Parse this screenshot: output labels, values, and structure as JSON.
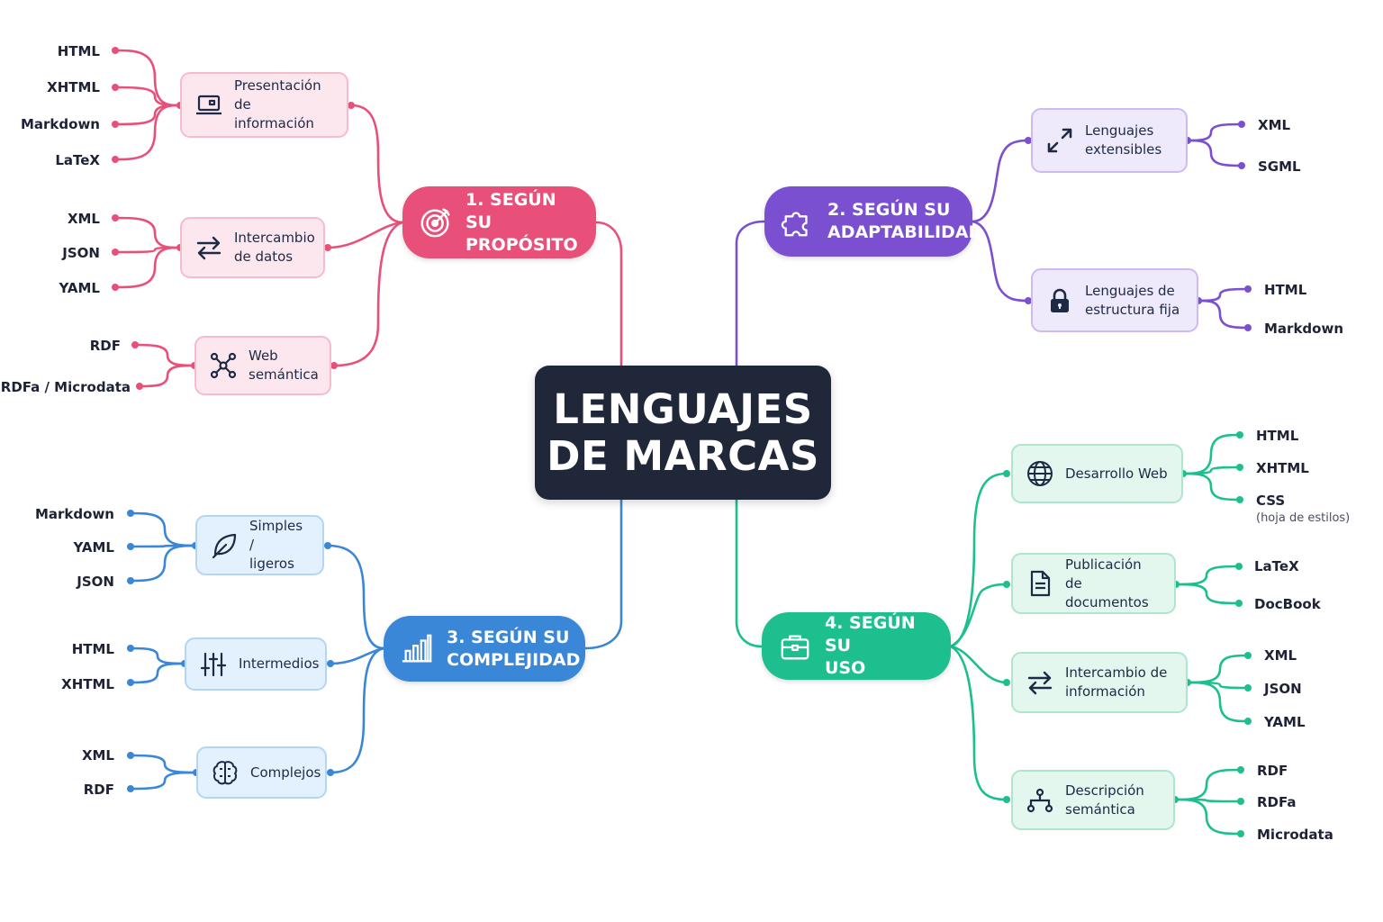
{
  "center": {
    "line1": "LENGUAJES",
    "line2": "DE MARCAS"
  },
  "colors": {
    "pink": "#e8507a",
    "purple": "#7a4fd0",
    "blue": "#3a87d8",
    "green": "#1dbf8e",
    "center": "#1f2738"
  },
  "branches": {
    "purpose": {
      "title1": "1. SEGÚN SU",
      "title2": "PROPÓSITO",
      "icon": "target-icon",
      "subs": [
        {
          "l1": "Presentación de",
          "l2": "información",
          "icon": "laptop-icon",
          "leaves": [
            "HTML",
            "XHTML",
            "Markdown",
            "LaTeX"
          ]
        },
        {
          "l1": "Intercambio",
          "l2": "de datos",
          "icon": "swap-icon",
          "leaves": [
            "XML",
            "JSON",
            "YAML"
          ]
        },
        {
          "l1": "Web",
          "l2": "semántica",
          "icon": "network-icon",
          "leaves": [
            "RDF",
            "RDFa / Microdata"
          ]
        }
      ]
    },
    "adaptability": {
      "title1": "2. SEGÚN SU",
      "title2": "ADAPTABILIDAD",
      "icon": "puzzle-icon",
      "subs": [
        {
          "l1": "Lenguajes",
          "l2": "extensibles",
          "icon": "expand-icon",
          "leaves": [
            "XML",
            "SGML"
          ]
        },
        {
          "l1": "Lenguajes de",
          "l2": "estructura fija",
          "icon": "lock-icon",
          "leaves": [
            "HTML",
            "Markdown"
          ]
        }
      ]
    },
    "complexity": {
      "title1": "3. SEGÚN SU",
      "title2": "COMPLEJIDAD",
      "icon": "bar-chart-icon",
      "subs": [
        {
          "l1": "Simples /",
          "l2": "ligeros",
          "icon": "leaf-icon",
          "leaves": [
            "Markdown",
            "YAML",
            "JSON"
          ]
        },
        {
          "l1": "Intermedios",
          "l2": "",
          "icon": "sliders-icon",
          "leaves": [
            "HTML",
            "XHTML"
          ]
        },
        {
          "l1": "Complejos",
          "l2": "",
          "icon": "brain-icon",
          "leaves": [
            "XML",
            "RDF"
          ]
        }
      ]
    },
    "usage": {
      "title1": "4. SEGÚN SU",
      "title2": "USO",
      "icon": "briefcase-icon",
      "subs": [
        {
          "l1": "Desarrollo Web",
          "l2": "",
          "icon": "globe-icon",
          "leaves": [
            "HTML",
            "XHTML",
            "CSS"
          ],
          "note": "(hoja de estilos)"
        },
        {
          "l1": "Publicación de",
          "l2": "documentos",
          "icon": "document-icon",
          "leaves": [
            "LaTeX",
            "DocBook"
          ]
        },
        {
          "l1": "Intercambio de",
          "l2": "información",
          "icon": "swap-icon",
          "leaves": [
            "XML",
            "JSON",
            "YAML"
          ]
        },
        {
          "l1": "Descripción",
          "l2": "semántica",
          "icon": "hierarchy-icon",
          "leaves": [
            "RDF",
            "RDFa",
            "Microdata"
          ]
        }
      ]
    }
  }
}
